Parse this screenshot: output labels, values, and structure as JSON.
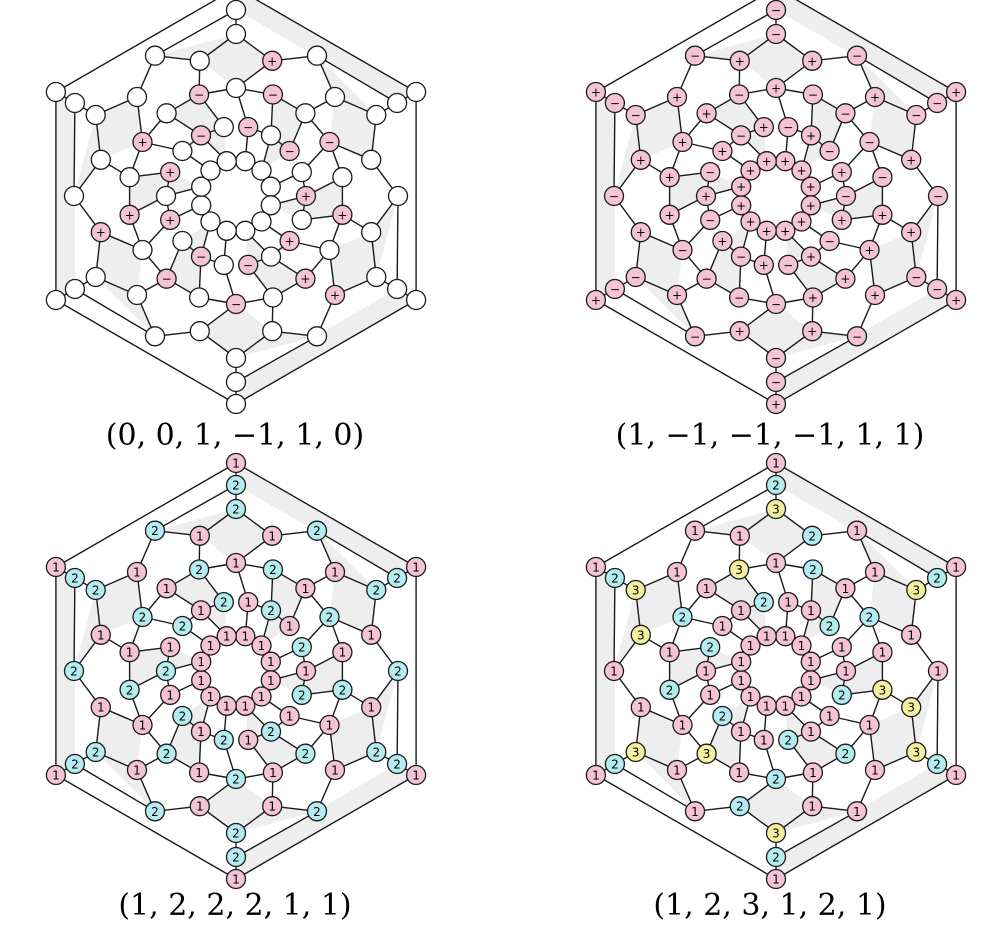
{
  "palette": {
    "edge": "#1a1a1a",
    "face_fill": "#eeeeee",
    "white_node": "#ffffff",
    "pink_node": "#f4c4d6",
    "cyan_node": "#b4ecf2",
    "yellow_node": "#f5f0a0"
  },
  "panels": [
    {
      "caption": "(0, 0, 1, −1, 1, 0)",
      "labels": {
        "ring0": [
          "",
          "",
          "",
          "",
          "",
          ""
        ],
        "ring1": [
          "",
          "",
          "",
          "",
          "",
          ""
        ],
        "ring2": [
          "",
          "",
          "",
          "",
          "",
          "",
          "",
          "",
          "",
          "",
          "",
          ""
        ],
        "ring3": [
          "+",
          "",
          "",
          "",
          "+",
          "",
          "",
          "",
          "+",
          "",
          "",
          ""
        ],
        "ring4": [
          "",
          "−",
          "",
          "−",
          "",
          "+",
          "",
          "+",
          "",
          "−",
          "",
          "−",
          "",
          "+",
          "",
          "+",
          "",
          "−"
        ],
        "ring5": [
          "−",
          "",
          "−",
          "",
          "+",
          "",
          "+",
          "",
          "−",
          "",
          "−",
          "",
          "+",
          "",
          "+",
          "",
          "−",
          ""
        ],
        "ring6": [
          "",
          "",
          "",
          "",
          "",
          "",
          "",
          "",
          "",
          "",
          "",
          ""
        ]
      }
    },
    {
      "caption": "(1, −1, −1, −1, 1, 1)",
      "labels": {
        "ring0": [
          "+",
          "+",
          "+",
          "+",
          "+",
          "+"
        ],
        "ring1": [
          "−",
          "−",
          "−",
          "−",
          "−",
          "−"
        ],
        "ring2": [
          "−",
          "−",
          "−",
          "−",
          "−",
          "−",
          "−",
          "−",
          "−",
          "−",
          "−",
          "−"
        ],
        "ring3": [
          "+",
          "+",
          "+",
          "+",
          "+",
          "+",
          "+",
          "+",
          "+",
          "+",
          "+",
          "+"
        ],
        "ring4": [
          "+",
          "−",
          "−",
          "−",
          "−",
          "+",
          "+",
          "+",
          "+",
          "−",
          "−",
          "−",
          "−",
          "+",
          "+",
          "+",
          "+",
          "−"
        ],
        "ring5": [
          "−",
          "+",
          "−",
          "+",
          "−",
          "+",
          "−",
          "+",
          "−",
          "+",
          "−",
          "+",
          "−",
          "+",
          "−",
          "+",
          "−",
          "+"
        ],
        "ring6": [
          "+",
          "+",
          "+",
          "+",
          "+",
          "+",
          "+",
          "+",
          "+",
          "+",
          "+",
          "+"
        ]
      }
    },
    {
      "caption": "(1, 2, 2, 2, 1, 1)",
      "labels": {
        "ring0": [
          "1",
          "1",
          "1",
          "1",
          "1",
          "1"
        ],
        "ring1": [
          "2",
          "2",
          "2",
          "2",
          "2",
          "2"
        ],
        "ring2": [
          "2",
          "2",
          "2",
          "2",
          "2",
          "2",
          "2",
          "2",
          "2",
          "2",
          "2",
          "2"
        ],
        "ring3": [
          "1",
          "1",
          "1",
          "1",
          "1",
          "1",
          "1",
          "1",
          "1",
          "1",
          "1",
          "1"
        ],
        "ring4": [
          "1",
          "2",
          "1",
          "2",
          "1",
          "2",
          "1",
          "2",
          "1",
          "2",
          "1",
          "2",
          "1",
          "2",
          "1",
          "2",
          "1",
          "2"
        ],
        "ring5": [
          "1",
          "2",
          "1",
          "2",
          "1",
          "2",
          "1",
          "2",
          "1",
          "2",
          "1",
          "2",
          "1",
          "2",
          "1",
          "2",
          "1",
          "2"
        ],
        "ring6": [
          "1",
          "1",
          "1",
          "1",
          "1",
          "1",
          "1",
          "1",
          "1",
          "1",
          "1",
          "1"
        ]
      }
    },
    {
      "caption": "(1, 2, 3, 1, 2, 1)",
      "labels": {
        "ring0": [
          "1",
          "1",
          "1",
          "1",
          "1",
          "1"
        ],
        "ring1": [
          "2",
          "2",
          "2",
          "2",
          "2",
          "2"
        ],
        "ring2": [
          "3",
          "1",
          "3",
          "1",
          "3",
          "1",
          "3",
          "1",
          "3",
          "1",
          "3",
          "1"
        ],
        "ring3": [
          "2",
          "1",
          "1",
          "3",
          "1",
          "1",
          "2",
          "1",
          "1",
          "3",
          "1",
          "1"
        ],
        "ring4": [
          "1",
          "2",
          "1",
          "2",
          "1",
          "3",
          "1",
          "2",
          "1",
          "2",
          "1",
          "3",
          "1",
          "2",
          "1",
          "2",
          "1",
          "3"
        ],
        "ring5": [
          "1",
          "1",
          "2",
          "1",
          "1",
          "2",
          "1",
          "1",
          "2",
          "1",
          "1",
          "2",
          "1",
          "1",
          "2",
          "1",
          "1",
          "2"
        ],
        "ring6": [
          "1",
          "1",
          "1",
          "1",
          "1",
          "1",
          "1",
          "1",
          "1",
          "1",
          "1",
          "1"
        ]
      }
    }
  ]
}
